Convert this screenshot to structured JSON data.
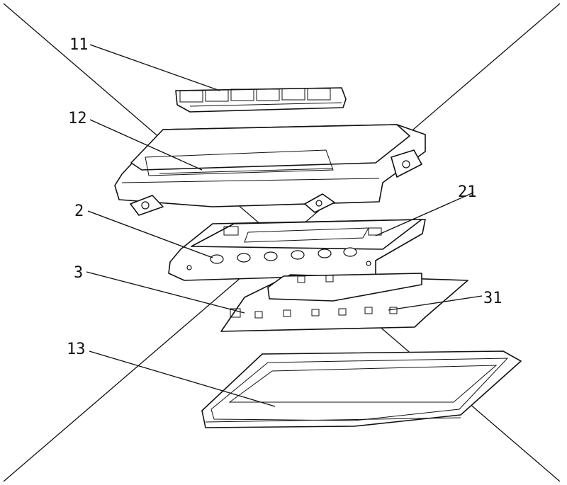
{
  "callouts": {
    "c11": "11",
    "c12": "12",
    "c21": "21",
    "c2": "2",
    "c3": "3",
    "c31": "31",
    "c13": "13"
  }
}
